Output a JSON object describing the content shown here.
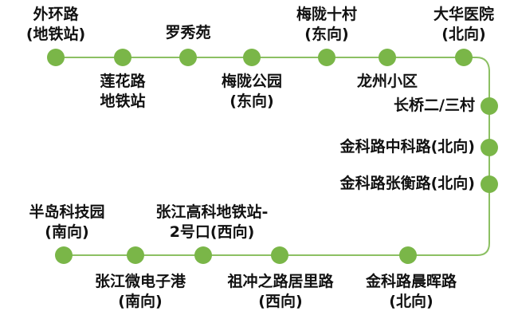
{
  "colors": {
    "line": "#8cc063",
    "stop": "#7ab648",
    "text": "#111111"
  },
  "stops": [
    {
      "id": "waihuanlu",
      "lines": [
        "外环路",
        "(地铁站)"
      ]
    },
    {
      "id": "lianhualu",
      "lines": [
        "莲花路",
        "地铁站"
      ]
    },
    {
      "id": "luoxiuyuan",
      "lines": [
        "罗秀苑"
      ]
    },
    {
      "id": "meilonggongyuan",
      "lines": [
        "梅陇公园",
        "(东向)"
      ]
    },
    {
      "id": "meilongshicun",
      "lines": [
        "梅陇十村",
        "(东向)"
      ]
    },
    {
      "id": "longzhouxiaoqu",
      "lines": [
        "龙州小区"
      ]
    },
    {
      "id": "dahuayiyuan",
      "lines": [
        "大华医院",
        "(北向)"
      ]
    },
    {
      "id": "changqiao",
      "lines": [
        "长桥二/三村"
      ]
    },
    {
      "id": "jinkelu-zhongkelu",
      "lines": [
        "金科路中科路(北向)"
      ]
    },
    {
      "id": "jinkelu-zhanghenglu",
      "lines": [
        "金科路张衡路(北向)"
      ]
    },
    {
      "id": "jinkelu-chenhuilu",
      "lines": [
        "金科路晨晖路",
        "(北向)"
      ]
    },
    {
      "id": "zuchongzhilu-juliluu",
      "lines": [
        "祖冲之路居里路",
        "(西向)"
      ]
    },
    {
      "id": "zhangjianggaoke",
      "lines": [
        "张江高科地铁站-",
        "2号口(西向)"
      ]
    },
    {
      "id": "zhangjiangweidianzi",
      "lines": [
        "张江微电子港",
        "(南向)"
      ]
    },
    {
      "id": "bandaokejiyuan",
      "lines": [
        "半岛科技园",
        "(南向)"
      ]
    }
  ]
}
